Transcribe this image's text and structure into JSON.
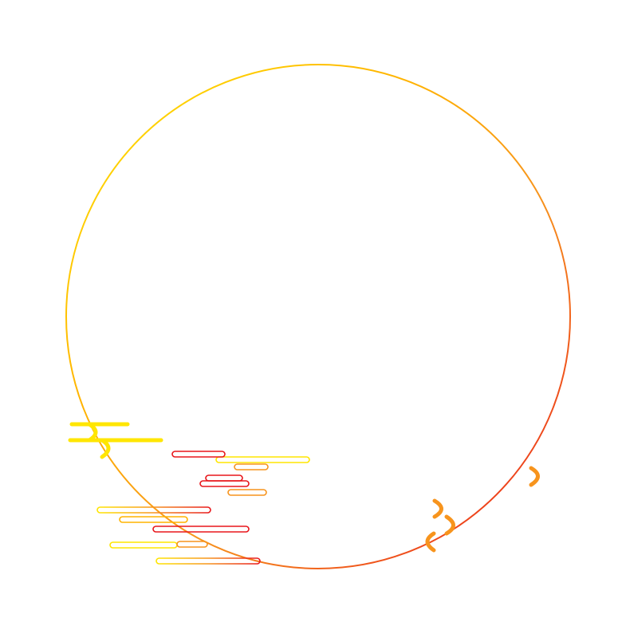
{
  "colors": {
    "red": "#e8161b",
    "orange": "#f7941d",
    "amber": "#ffb300",
    "yellow": "#ffe600",
    "background": "#ffffff"
  },
  "decoration": {
    "main_ring": "gradient-circle-outline",
    "cloud_groups": [
      "left-solid-cloud",
      "center-outline-cloud",
      "lower-left-outline-cloud",
      "right-solid-cloud",
      "far-right-solid-cloud"
    ]
  }
}
